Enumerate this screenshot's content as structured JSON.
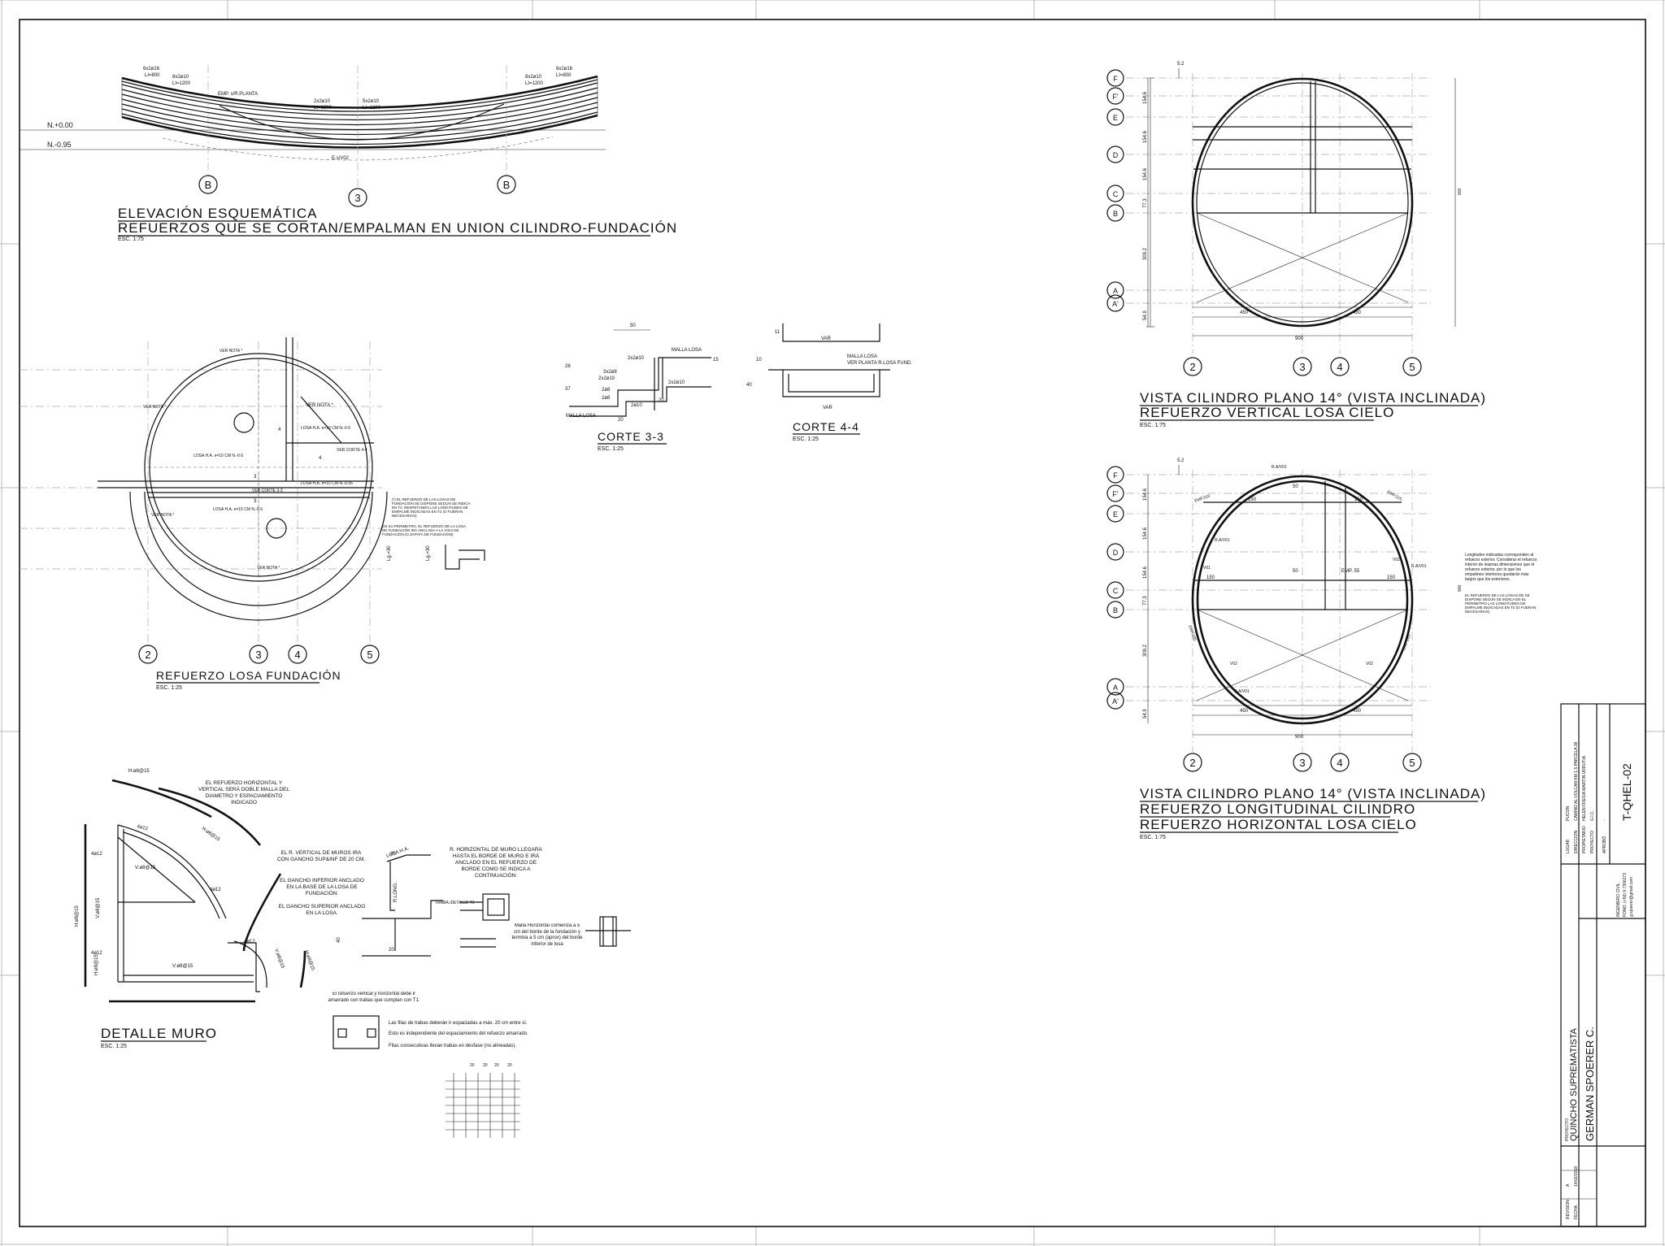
{
  "titles": {
    "elevation_1": "ELEVACIÓN ESQUEMÁTICA",
    "elevation_2": "REFUERZOS QUE SE CORTAN/EMPALMAN EN UNION CILINDRO-FUNDACIÓN",
    "elevation_scale": "ESC. 1:75",
    "foundation": "REFUERZO LOSA FUNDACIÓN",
    "foundation_scale": "ESC. 1:25",
    "corte33": "CORTE 3-3",
    "corte33_scale": "ESC. 1:25",
    "corte44": "CORTE 4-4",
    "corte44_scale": "ESC. 1:25",
    "vista1_1": "VISTA CILINDRO PLANO 14° (VISTA INCLINADA)",
    "vista1_2": "REFUERZO VERTICAL LOSA CIELO",
    "vista1_scale": "ESC. 1:75",
    "vista2_1": "VISTA CILINDRO PLANO 14° (VISTA INCLINADA)",
    "vista2_2": "REFUERZO LONGITUDINAL CILINDRO",
    "vista2_3": "REFUERZO HORIZONTAL LOSA CIELO",
    "vista2_scale": "ESC. 1:75",
    "muro": "DETALLE MURO",
    "muro_scale": "ESC. 1:25"
  },
  "levels": {
    "n0": "N.+0.00",
    "n1": "N.-0.95"
  },
  "elevation_labels": {
    "l1": "6x2ø16",
    "l1b": "LI=800",
    "l2": "8x2ø10",
    "l2b": "LI=1200",
    "l3": "2x2ø10",
    "l3b": "LI=1200",
    "l4": "5x2ø10",
    "l4b": "LI=1200",
    "l5": "8x2ø10",
    "l5b": "LI=1200",
    "l6": "6x2ø16",
    "l6b": "LI=800",
    "emp1": "EMP. s/R.PLANTA",
    "emp2": "E.s/V02"
  },
  "elevation_bubbles": [
    "B",
    "3",
    "B"
  ],
  "foundation_bubbles": [
    "2",
    "3",
    "4",
    "5"
  ],
  "vista_bubbles": [
    "2",
    "3",
    "4",
    "5"
  ],
  "vista_rows": [
    "F",
    "F'",
    "E",
    "D",
    "C",
    "B",
    "A",
    "A'"
  ],
  "vista_dims": {
    "d1": "154.6",
    "d2": "154.6",
    "d3": "154.6",
    "d4": "77.3",
    "d5": "309.2",
    "d6": "54.9",
    "w1": "450",
    "w2": "450",
    "total": "900",
    "top": "5.2",
    "side": "900"
  },
  "vista2_labels": {
    "emp310": "EMP.310",
    "emp215": "EMP.215",
    "emp185a": "EMP.185",
    "emp185b": "EMP.185",
    "v01a": "V01",
    "v01b": "V01",
    "v02a": "V02",
    "v02b": "V02",
    "w150a": "150",
    "w150b": "150",
    "w150c": "150",
    "w150d": "150",
    "w50a": "50",
    "w50b": "50",
    "emp55": "EMP. 55",
    "ra1": "R.A/V01",
    "ra2": "R.A/V01",
    "ra3": "R.A/V01",
    "ra4": "R.A/V01"
  },
  "notes": {
    "vista2_note1": "Longitudes indicadas corresponden al refuerzo exterior. Considerar el refuerzo interior de iniamas dimensiones que el refuerzo exterior, por lo que los empalmes interiores quedarán más largos que los exteriores.",
    "vista2_note2": "EL REFUERZO DE LAS LOSAS DE SE DISPONE SEGÚN SE INDICA EN EL PERIMETRO LAS LONGITUDES DE EMPALME INDICADAS EN T2 (O FUERAN NECESARIAS)",
    "found_note1": "(*) EL REFUERZO DE LAS LOSAS DE FUNDACIÓN SE DISPONE SEGÚN SE INDICA EN T2. RESPETANDO LAS LONGITUDES DE EMPALME INDICADAS EN T2 (O FUERAN NECESARIAS)",
    "found_note2": "EN SU PERIMETRO, EL REFUERZO DE LA LOSA DE FUNDACIÓN IRÁ ANCLADA A LA VIGA DE FUNDACIÓN (O ZAPATA DE FUNDACIÓN)",
    "muro_note1": "EL REFUERZO HORIZONTAL Y VERTICAL SERÁ DOBLE MALLA DEL DIAMETRO Y ESPACIAMIENTO INDICADO",
    "muro_note2": "EL R. VERTICAL DE MUROS IRÁ CON GANCHO SUP&INF DE 20 CM.",
    "muro_note3": "EL GANCHO INFERIOR ANCLADO EN LA BASE DE LA LOSA DE FUNDACIÓN.",
    "muro_note4": "EL GANCHO SUPERIOR ANCLADO EN LA LOSA.",
    "muro_note5": "R. HORIZONTAL DE MURO LLEGARÁ HASTA EL BORDE DE MURO E IRÁ ANCLADO EN EL REFUERZO DE BORDE COMO SE INDICA A CONTINUACIÓN:",
    "muro_note6": "Malla Horizontal comienza a 5 cm del borde de la fundación y termina a 5 cm (aprox) del borde inferior de losa",
    "muro_note7": "El refuerzo vertical y horizontal debe ir amarrado con trabas que cumplan con T1.",
    "muro_note8": "Las filas de trabas deberán ir espaciadas a máx. 20 cm entre sí.",
    "muro_note9": "Esto es independiente del espaciamiento del refuerzo amarrado.",
    "muro_note10": "Filas consecutivas llevan trabas en desfase (no alineadas)."
  },
  "muro_labels": {
    "h1": "H:ø8@15",
    "h2": "H:ø8@15",
    "h3": "H:ø8@15",
    "h4": "H:ø8@15",
    "h5": "H:ø8@15",
    "v1": "V:ø8@15",
    "v2": "V:ø8@15",
    "v3": "V:ø8@15",
    "v4": "V:ø8@15",
    "r1": "4ø12",
    "r2": "4ø12",
    "r3": "4ø12",
    "r4": "4ø12",
    "r5": "4ø12",
    "traba": "TRABA./DETALLE T1",
    "losa": "LOSA H.A.",
    "rlong": "R.LONG.",
    "d20a": "20",
    "d20b": "20",
    "d40": "40",
    "grid_d1": "20",
    "grid_d2": "20",
    "grid_d3": "20",
    "grid_d4": "20"
  },
  "corte_labels": {
    "c1": "50",
    "c2": "MALLA LOSA",
    "c3": "2x2ø10",
    "c4": "3x2ø8",
    "c5": "2x2ø10",
    "c6": "2ø8",
    "c7": "2ø8",
    "c8": "2ø10",
    "c9": "2x2ø10",
    "c10": "20",
    "c11": "20",
    "c12": "MALLA LOSA",
    "c13": "28",
    "c14": "37",
    "c15": "15",
    "d1": "VAR",
    "d2": "MALLA LOSA",
    "d3": "VER PLANTA R.LOSA FUND.",
    "d4": "VAR",
    "d5": "11",
    "d6": "10",
    "d7": "40"
  },
  "foundation_labels": {
    "a1": "VER NOTA *",
    "a2": "VER NOTA *",
    "a3": "VER NOTA *",
    "a4": "VER NOTA *",
    "a5": "LOSA H.A. e=10 CM N.-0.6",
    "a6": "LOSA H.A. e=10 CM N.-0.6",
    "a7": "LOSA H.A. e=15 CM N.-0.6",
    "a8": "LOSA H.A. e=10 CM N.-0.95",
    "a9": "VER CORTE 3-3",
    "a10": "VER CORTE 4-4",
    "k1": "4",
    "k2": "4",
    "k3": "3",
    "k4": "3",
    "lg1": "Lg.=30",
    "lg2": "Lg.=30",
    "vn": "VER NOTA *"
  },
  "titleblock": {
    "lugar_lbl": "LUGAR",
    "lugar_val": "PUCON",
    "dir_lbl": "DIRECCION",
    "dir_val": "CAMINO AL VOLCAN KM 1.5 PARCELA 38",
    "prop_lbl": "PROPIETARIO",
    "prop_val": "HELEN FRESIA MARTIN URRUTIA",
    "proy_lbl": "PROYECTO",
    "proy_val": "G.I.C.",
    "aprobo_lbl": "APROBÓ",
    "aprobo_val": "-",
    "sheet_code": "T-QHEL-02",
    "ing_name": "INGENIERO CIVIL",
    "ing_phone": "FONO: (+56) 9 7306273",
    "ing_mail": "g.spoerer@gmail.com",
    "designer": "GERMAN SPOERER C.",
    "project_lbl": "PROYECTO",
    "project": "QUINCHO SUPREMATISTA",
    "rev_lbl": "REVISION",
    "rev_val": "A",
    "fecha_lbl": "FECHA",
    "fecha_val": "14/02/2018"
  }
}
